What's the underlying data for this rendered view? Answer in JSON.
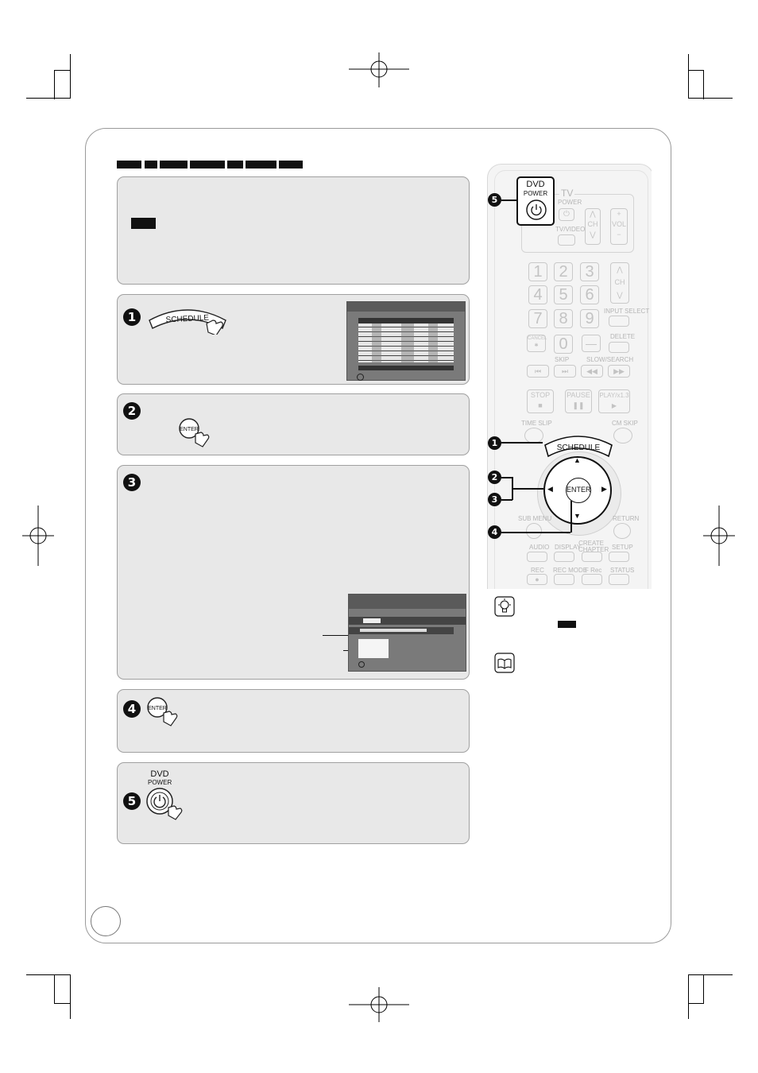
{
  "steps": {
    "s1": "1",
    "s2": "2",
    "s3": "3",
    "s4": "4",
    "s5": "5"
  },
  "buttons": {
    "schedule": "SCHEDULE",
    "enter": "ENTER",
    "dvd": "DVD",
    "power": "POWER"
  },
  "remote": {
    "tv": "TV",
    "tv_power": "POWER",
    "tv_video": "TV/VIDEO",
    "ch": "CH",
    "vol": "VOL",
    "keys": [
      "1",
      "2",
      "3",
      "4",
      "5",
      "6",
      "7",
      "8",
      "9",
      "0"
    ],
    "input_select": "INPUT SELECT",
    "cancel": "CANCEL",
    "delete": "DELETE",
    "skip": "SKIP",
    "slow_search": "SLOW/SEARCH",
    "stop": "STOP",
    "pause": "PAUSE",
    "play": "PLAY/x1.3",
    "time_slip": "TIME SLIP",
    "cm_skip": "CM SKIP",
    "sub_menu": "SUB MENU",
    "return": "RETURN",
    "audio": "AUDIO",
    "display": "DISPLAY",
    "create_chapter": "CREATE CHAPTER",
    "setup": "SETUP",
    "rec": "REC",
    "rec_mode": "REC MODE",
    "f_rec": "F Rec",
    "status": "STATUS"
  },
  "colors": {
    "panel": "#e8e8e8",
    "step_badge": "#111111",
    "remote_body": "#f4f4f4",
    "screen_bg": "#7a7a7a"
  }
}
